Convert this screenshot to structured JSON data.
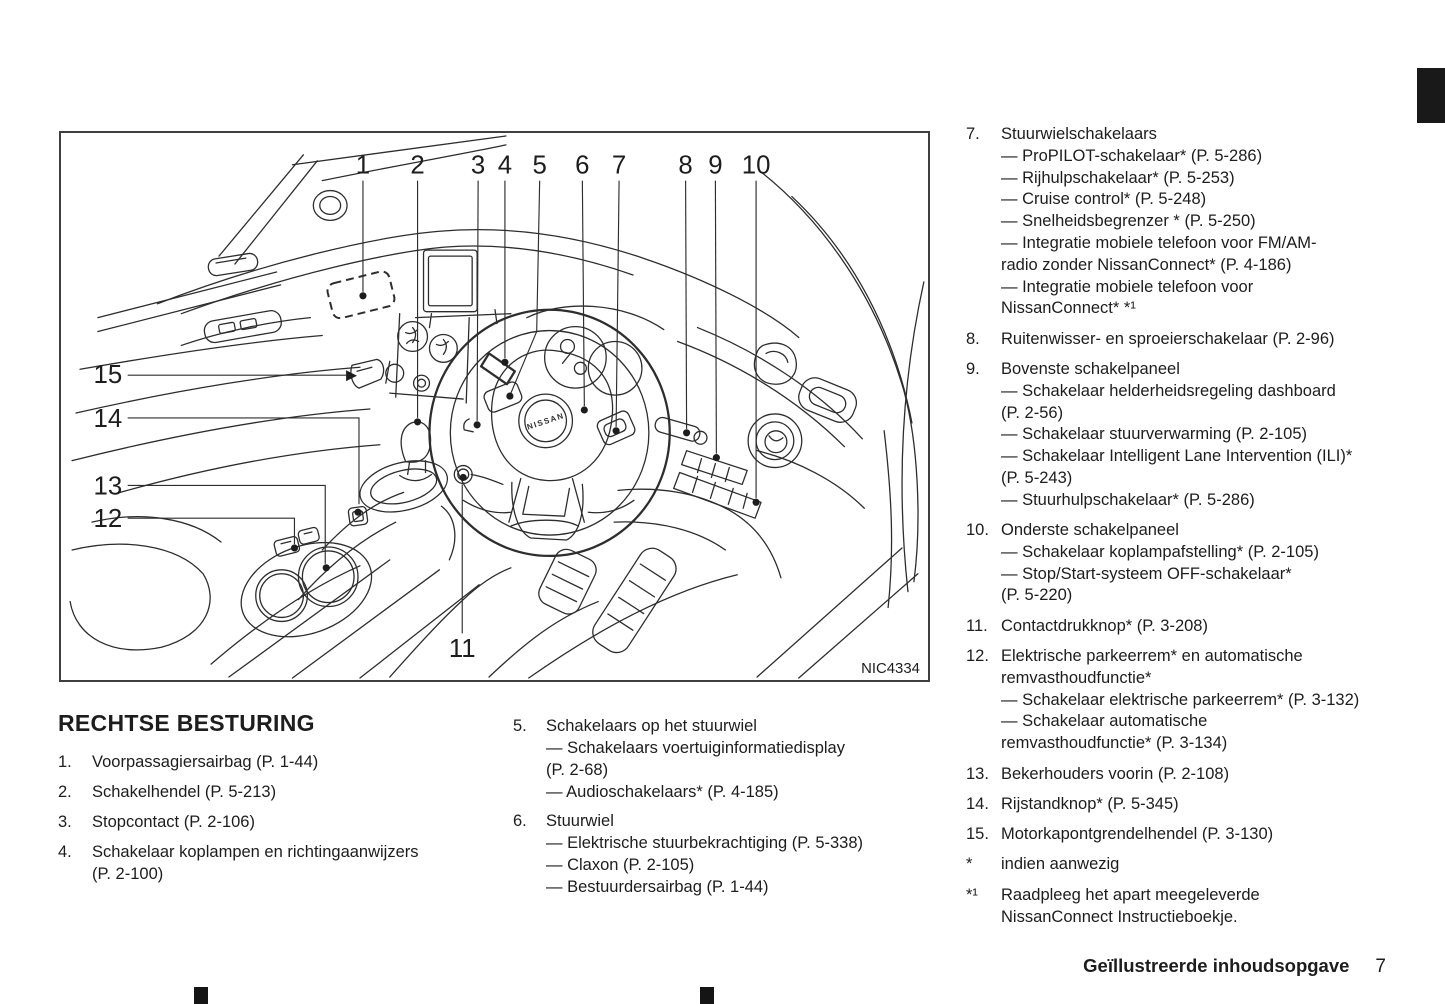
{
  "page": {
    "section_title": "RECHTSE BESTURING",
    "footer_title": "Geïllustreerde inhoudsopgave",
    "footer_page_number": "7"
  },
  "diagram": {
    "figure_code": "NIC4334",
    "hub_label": "NISSAN",
    "callouts": [
      "1",
      "2",
      "3",
      "4",
      "5",
      "6",
      "7",
      "8",
      "9",
      "10",
      "11",
      "12",
      "13",
      "14",
      "15"
    ]
  },
  "columns": {
    "left": [
      {
        "num": "1.",
        "lines": [
          "Voorpassagiersairbag (P. 1-44)"
        ]
      },
      {
        "num": "2.",
        "lines": [
          "Schakelhendel (P. 5-213)"
        ]
      },
      {
        "num": "3.",
        "lines": [
          "Stopcontact (P. 2-106)"
        ]
      },
      {
        "num": "4.",
        "lines": [
          "Schakelaar koplampen en richtingaanwijzers",
          "(P. 2-100)"
        ]
      }
    ],
    "middle": [
      {
        "num": "5.",
        "lines": [
          "Schakelaars op het stuurwiel",
          "— Schakelaars voertuiginformatiedisplay",
          "(P. 2-68)",
          "— Audioschakelaars* (P. 4-185)"
        ]
      },
      {
        "num": "6.",
        "lines": [
          "Stuurwiel",
          "— Elektrische stuurbekrachtiging (P. 5-338)",
          "— Claxon (P. 2-105)",
          "— Bestuurdersairbag (P. 1-44)"
        ]
      }
    ],
    "right": [
      {
        "num": "7.",
        "lines": [
          "Stuurwielschakelaars",
          "— ProPILOT-schakelaar* (P. 5-286)",
          "— Rijhulpschakelaar* (P. 5-253)",
          "— Cruise control* (P. 5-248)",
          "— Snelheidsbegrenzer * (P. 5-250)",
          "— Integratie mobiele telefoon voor FM/AM-",
          "radio zonder NissanConnect* (P. 4-186)",
          "— Integratie mobiele telefoon voor",
          "NissanConnect* *¹"
        ]
      },
      {
        "num": "8.",
        "lines": [
          "Ruitenwisser- en sproeierschakelaar (P. 2-96)"
        ]
      },
      {
        "num": "9.",
        "lines": [
          "Bovenste schakelpaneel",
          "— Schakelaar helderheidsregeling dashboard",
          "(P. 2-56)",
          "— Schakelaar stuurverwarming (P. 2-105)",
          "— Schakelaar Intelligent Lane Intervention (ILI)*",
          "(P. 5-243)",
          "— Stuurhulpschakelaar* (P. 5-286)"
        ]
      },
      {
        "num": "10.",
        "lines": [
          "Onderste schakelpaneel",
          "— Schakelaar koplampafstelling* (P. 2-105)",
          "— Stop/Start-systeem OFF-schakelaar*",
          "(P. 5-220)"
        ]
      },
      {
        "num": "11.",
        "lines": [
          "Contactdrukknop* (P. 3-208)"
        ]
      },
      {
        "num": "12.",
        "lines": [
          "Elektrische parkeerrem* en automatische",
          "remvasthoudfunctie*",
          "— Schakelaar elektrische parkeerrem* (P. 3-132)",
          "— Schakelaar automatische",
          "remvasthoudfunctie* (P. 3-134)"
        ]
      },
      {
        "num": "13.",
        "lines": [
          "Bekerhouders voorin (P. 2-108)"
        ]
      },
      {
        "num": "14.",
        "lines": [
          "Rijstandknop* (P. 5-345)"
        ]
      },
      {
        "num": "15.",
        "lines": [
          "Motorkapontgrendelhendel (P. 3-130)"
        ]
      },
      {
        "num": "*",
        "lines": [
          "indien aanwezig"
        ]
      },
      {
        "num": "*¹",
        "lines": [
          "Raadpleeg het apart meegeleverde",
          "NissanConnect Instructieboekje."
        ]
      }
    ]
  }
}
